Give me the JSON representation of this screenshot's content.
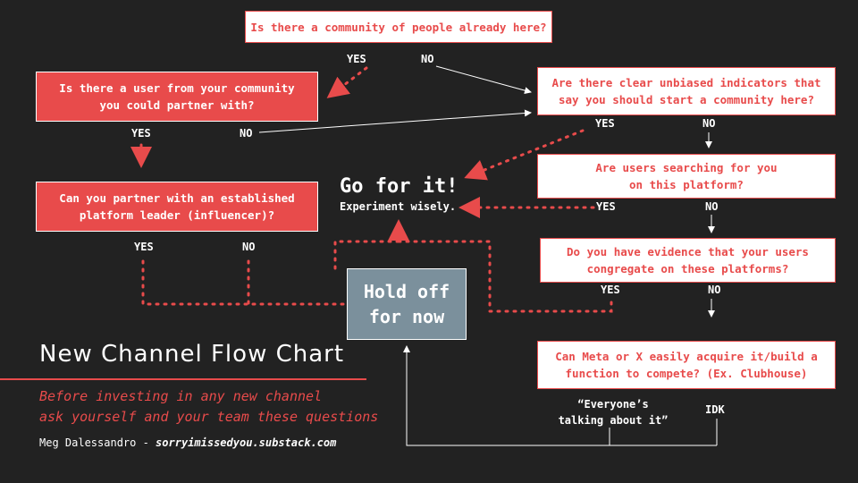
{
  "questions": {
    "community_exists": "Is there a community of people already here?",
    "partner_user": "Is there a user from your community\nyou could partner with?",
    "partner_leader": "Can you partner with an established\nplatform leader (influencer)?",
    "indicators": "Are there clear unbiased indicators that\nsay you should start a community here?",
    "searching": "Are users searching for you\non this platform?",
    "evidence": "Do you have evidence that your users\ncongregate on these platforms?",
    "acquire": "Can Meta or X easily acquire it/build a\nfunction to compete? (Ex. Clubhouse)"
  },
  "labels": {
    "q1_yes": "YES",
    "q1_no": "NO",
    "q2_yes": "YES",
    "q2_no": "NO",
    "q3_yes": "YES",
    "q3_no": "NO",
    "q4_yes": "YES",
    "q4_no": "NO",
    "q5_yes": "YES",
    "q5_no": "NO",
    "q6_yes": "YES",
    "q6_no": "NO",
    "everyone": "“Everyone’s\ntalking about it”",
    "idk": "IDK"
  },
  "outcomes": {
    "go_title": "Go for it!",
    "go_sub": "Experiment wisely.",
    "hold": "Hold off\nfor now"
  },
  "footer": {
    "title": "New Channel Flow Chart",
    "subtitle_1": "Before investing in any new channel",
    "subtitle_2": "ask yourself and your team these questions",
    "author": "Meg Dalessandro - ",
    "site": "sorryimissedyou.substack.com"
  },
  "colors": {
    "background": "#222222",
    "accent": "#e84b4b",
    "hold": "#7b909c"
  }
}
